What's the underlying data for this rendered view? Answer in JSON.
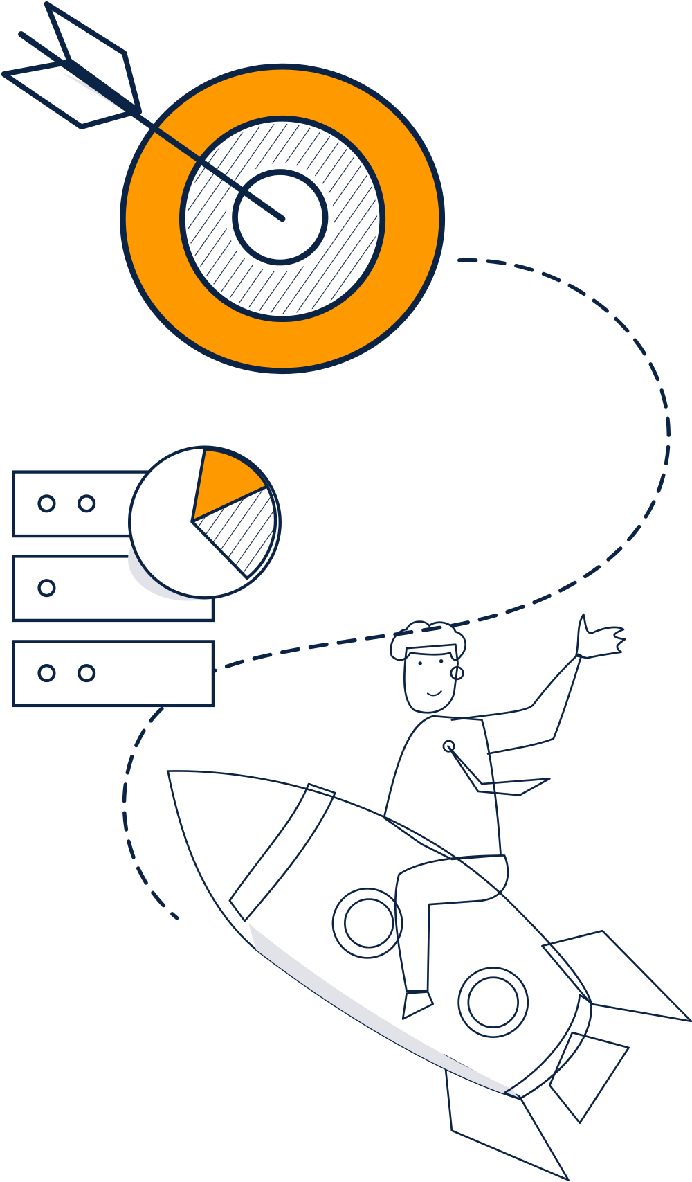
{
  "illustration": {
    "subject": [
      "target-with-arrow",
      "server-stack",
      "pie-chart",
      "person-riding-rocket"
    ],
    "colors": {
      "accent": "#FF9900",
      "outline": "#0B2345",
      "shadow": "#E1E3E8",
      "background": "#FFFFFF"
    }
  }
}
